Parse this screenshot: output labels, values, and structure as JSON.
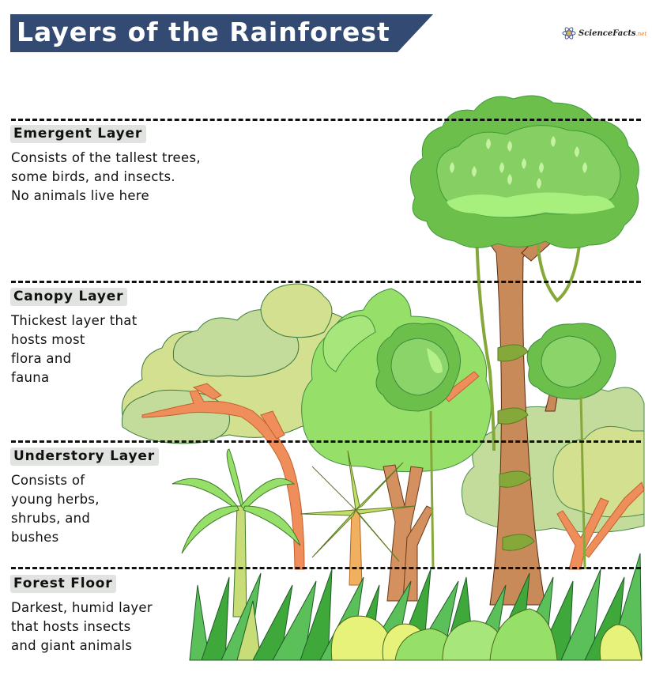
{
  "header": {
    "title": "Layers of the Rainforest",
    "banner_color": "#334a73",
    "logo": {
      "icon": "atom-icon",
      "name": "ScienceFacts",
      "tld": ".net"
    }
  },
  "layers": [
    {
      "id": "emergent",
      "label": "Emergent Layer",
      "description": [
        "Consists of the tallest trees,",
        "some birds, and insects.",
        "No animals live here"
      ]
    },
    {
      "id": "canopy",
      "label": "Canopy Layer",
      "description": [
        "Thickest layer that",
        "hosts most",
        "flora and",
        "fauna"
      ]
    },
    {
      "id": "understory",
      "label": "Understory Layer",
      "description": [
        "Consists of",
        "young herbs,",
        "shrubs, and",
        "bushes"
      ]
    },
    {
      "id": "forest-floor",
      "label": "Forest Floor",
      "description": [
        "Darkest, humid layer",
        "that hosts insects",
        "and giant animals"
      ]
    }
  ],
  "colors": {
    "divider": "#111111",
    "label_bg": "#e1e3e1",
    "emergent_leaf": "#6cbf4a",
    "canopy_leaf_pale": "#d3e08f",
    "canopy_leaf_sage": "#c3dc9c",
    "canopy_leaf_bright": "#96e06a",
    "trunk": "#c98a5a",
    "branch": "#ef8e5a",
    "vine": "#86a83a",
    "grass_dark": "#3fa83a",
    "grass_mid": "#5bbf5a",
    "grass_yellow": "#e6f27a"
  }
}
